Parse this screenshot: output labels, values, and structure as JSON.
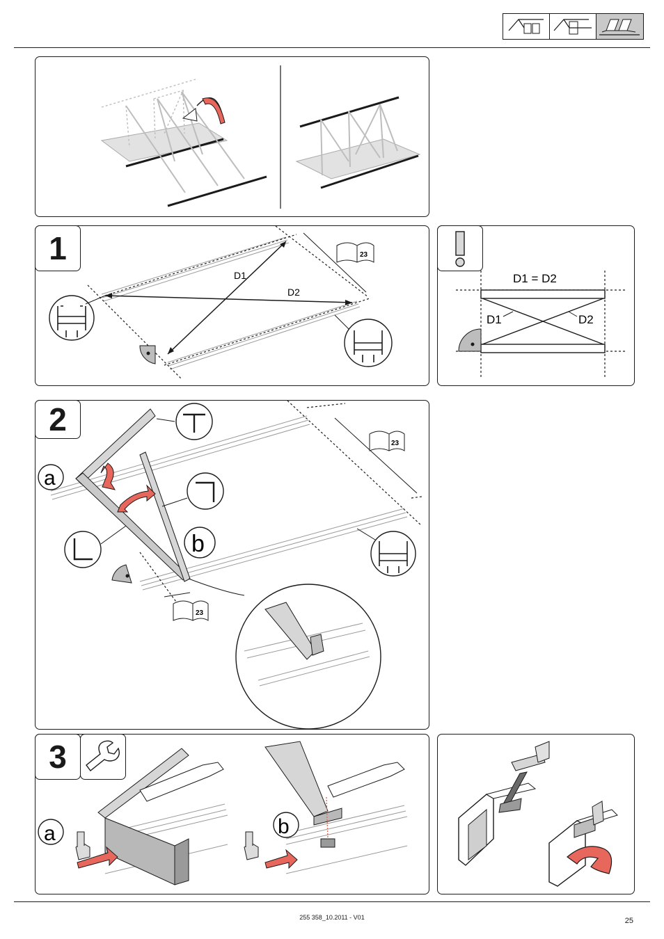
{
  "header": {
    "roof_icons": [
      "pitched-roof-icon",
      "pitched-roof-inset-icon",
      "flat-roof-icon"
    ],
    "selected_icon_index": 2
  },
  "steps": [
    {
      "number": "1",
      "labels": {
        "d1": "D1",
        "d2": "D2"
      },
      "manual_ref": "23"
    },
    {
      "number": "2",
      "labels": {
        "a": "a",
        "b": "b"
      },
      "manual_ref": "23"
    },
    {
      "number": "3",
      "labels": {
        "a": "a",
        "b": "b"
      },
      "tool_icon": "wrench-icon"
    }
  ],
  "warning": {
    "icon": "exclamation-icon",
    "equation": "D1 = D2",
    "d1": "D1",
    "d2": "D2"
  },
  "colors": {
    "accent": "#e8675d",
    "line": "#1a1a1a",
    "frame": "#bdbdbd",
    "panel_fill": "#d9d9d9"
  },
  "footer": {
    "code": "255 358_10.2011 - V01",
    "page": "25"
  }
}
